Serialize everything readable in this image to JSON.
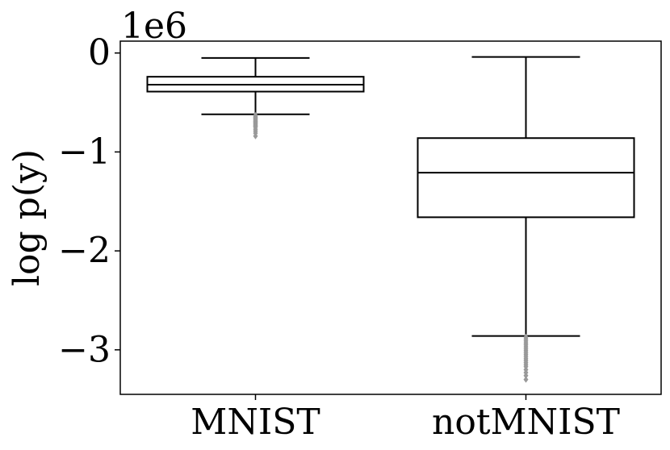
{
  "chart_data": {
    "type": "box",
    "title": "",
    "xlabel": "",
    "ylabel": "log p(y)",
    "y_offset_label": "1e6",
    "y_scale_factor": 1000000,
    "ylim": [
      -3.45,
      0.12
    ],
    "yticks": [
      0,
      -1,
      -2,
      -3
    ],
    "ytick_labels": [
      "0",
      "−1",
      "−2",
      "−3"
    ],
    "grid": false,
    "categories": [
      "MNIST",
      "notMNIST"
    ],
    "boxes": [
      {
        "name": "MNIST",
        "whisker_low": -0.62,
        "q1": -0.39,
        "median": -0.32,
        "q3": -0.24,
        "whisker_high": -0.05,
        "outliers": [
          -0.63,
          -0.64,
          -0.65,
          -0.66,
          -0.67,
          -0.68,
          -0.69,
          -0.7,
          -0.71,
          -0.72,
          -0.73,
          -0.74,
          -0.75,
          -0.77,
          -0.79,
          -0.81,
          -0.84
        ]
      },
      {
        "name": "notMNIST",
        "whisker_low": -2.86,
        "q1": -1.66,
        "median": -1.21,
        "q3": -0.86,
        "whisker_high": -0.04,
        "outliers": [
          -2.87,
          -2.89,
          -2.91,
          -2.93,
          -2.95,
          -2.97,
          -2.99,
          -3.01,
          -3.03,
          -3.05,
          -3.07,
          -3.09,
          -3.11,
          -3.13,
          -3.15,
          -3.17,
          -3.2,
          -3.23,
          -3.26,
          -3.3
        ]
      }
    ],
    "colors": {
      "box_edge": "#000000",
      "outlier": "#999999"
    }
  }
}
